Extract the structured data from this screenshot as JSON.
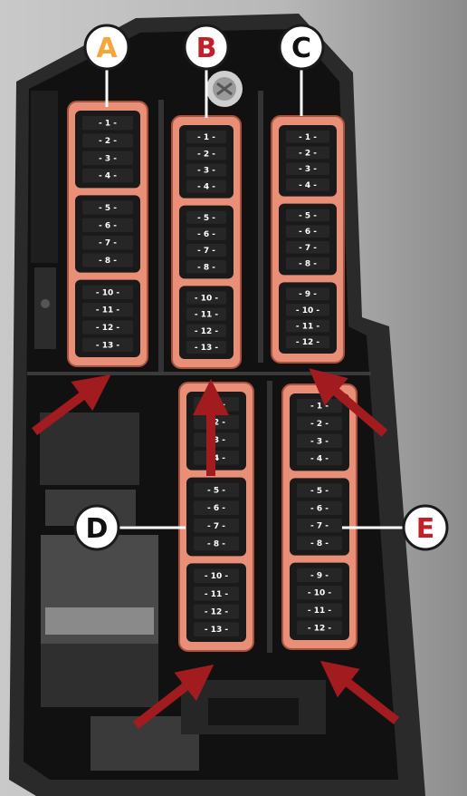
{
  "colors": {
    "highlight": "#e98f78",
    "highlight_edge": "#a8523e",
    "arrow": "#a21b1f",
    "callout_red": "#c21f28",
    "callout_orange": "#f4a63a",
    "callout_black": "#111111",
    "housing": "#1c1c1c",
    "fuse": "#262626"
  },
  "callouts": {
    "A": {
      "label": "A",
      "color": "#f4a63a"
    },
    "B": {
      "label": "B",
      "color": "#c21f28"
    },
    "C": {
      "label": "C",
      "color": "#111111"
    },
    "D": {
      "label": "D",
      "color": "#111111"
    },
    "E": {
      "label": "E",
      "color": "#c21f28"
    }
  },
  "fuse_blocks": {
    "A": [
      "1",
      "2",
      "3",
      "4",
      "5",
      "6",
      "7",
      "8",
      "10",
      "11",
      "12",
      "13"
    ],
    "B": [
      "1",
      "2",
      "3",
      "4",
      "5",
      "6",
      "7",
      "8",
      "10",
      "11",
      "12",
      "13"
    ],
    "C": [
      "1",
      "2",
      "3",
      "4",
      "5",
      "6",
      "7",
      "8",
      "9",
      "10",
      "11",
      "12"
    ],
    "D": [
      "1",
      "2",
      "3",
      "4",
      "5",
      "6",
      "7",
      "8",
      "10",
      "11",
      "12",
      "13"
    ],
    "E": [
      "1",
      "2",
      "3",
      "4",
      "5",
      "6",
      "7",
      "8",
      "9",
      "10",
      "11",
      "12"
    ]
  },
  "icons": {
    "arrow": "release-arrow-icon",
    "screw": "screw-icon"
  }
}
